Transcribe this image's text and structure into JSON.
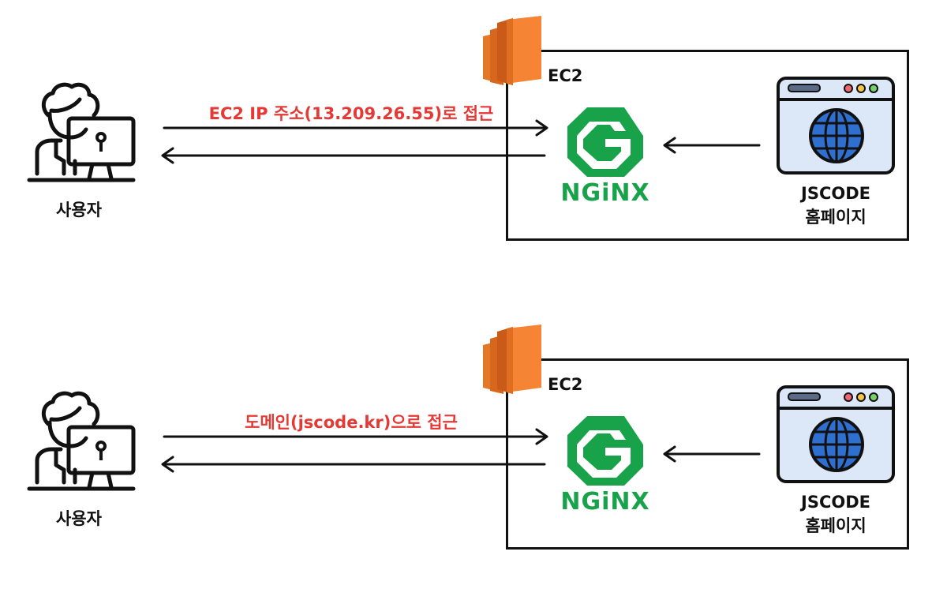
{
  "panels": [
    {
      "user_label": "사용자",
      "request_label": "EC2 IP 주소(13.209.26.55)로 접근",
      "ec2_label": "EC2",
      "nginx_text": "NGiNX",
      "app_label_line1": "JSCODE",
      "app_label_line2": "홈페이지"
    },
    {
      "user_label": "사용자",
      "request_label": "도메인(jscode.kr)으로 접근",
      "ec2_label": "EC2",
      "nginx_text": "NGiNX",
      "app_label_line1": "JSCODE",
      "app_label_line2": "홈페이지"
    }
  ],
  "colors": {
    "request_label": "#e53935",
    "nginx_green": "#18a34a",
    "aws_orange": "#f58534",
    "browser_fill": "#dce8f8",
    "globe_blue": "#2e6fd0",
    "line": "#111111"
  },
  "icons": [
    "user-computer-icon",
    "ec2-icon",
    "nginx-icon",
    "browser-globe-icon"
  ]
}
